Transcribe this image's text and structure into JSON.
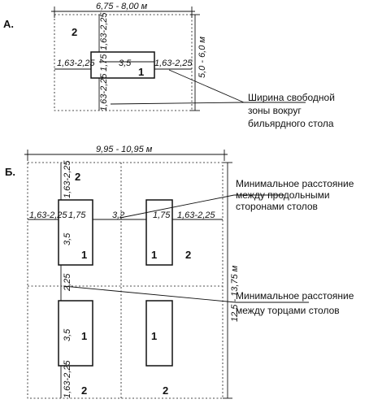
{
  "section_a": {
    "label": "А.",
    "top_dim": "6,75 - 8,00 м",
    "right_dim": "5,0 - 6,0 м",
    "zone_top": "1,63-2,25",
    "zone_bottom": "1,63-2,25",
    "zone_left": "1,63-2,25",
    "zone_right": "1,63-2,25",
    "table_w": "3,5",
    "table_h": "1,75",
    "num_table": "1",
    "num_zone": "2",
    "note_lines": [
      "Ширина свободной",
      "зоны вокруг",
      "бильярдного стола"
    ]
  },
  "section_b": {
    "label": "Б.",
    "top_dim": "9,95 - 10,95 м",
    "right_dim": "12,5 - 13,75 м",
    "zone_top": "1,63-2,25",
    "zone_bottom": "1,63-2,25",
    "zone_left": "1,63-2,25",
    "zone_right": "1,63-2,25",
    "width_left": "1,75",
    "width_right": "1,75",
    "between_sides": "3,2",
    "between_ends": "2,25",
    "length_top": "3,5",
    "length_bottom": "3,5",
    "num_table": "1",
    "num_zone": "2",
    "note1_lines": [
      "Минимальное расстояние",
      "между продольными",
      "сторонами столов"
    ],
    "note2_lines": [
      "Минимальное расстояние",
      "между торцами столов"
    ]
  }
}
